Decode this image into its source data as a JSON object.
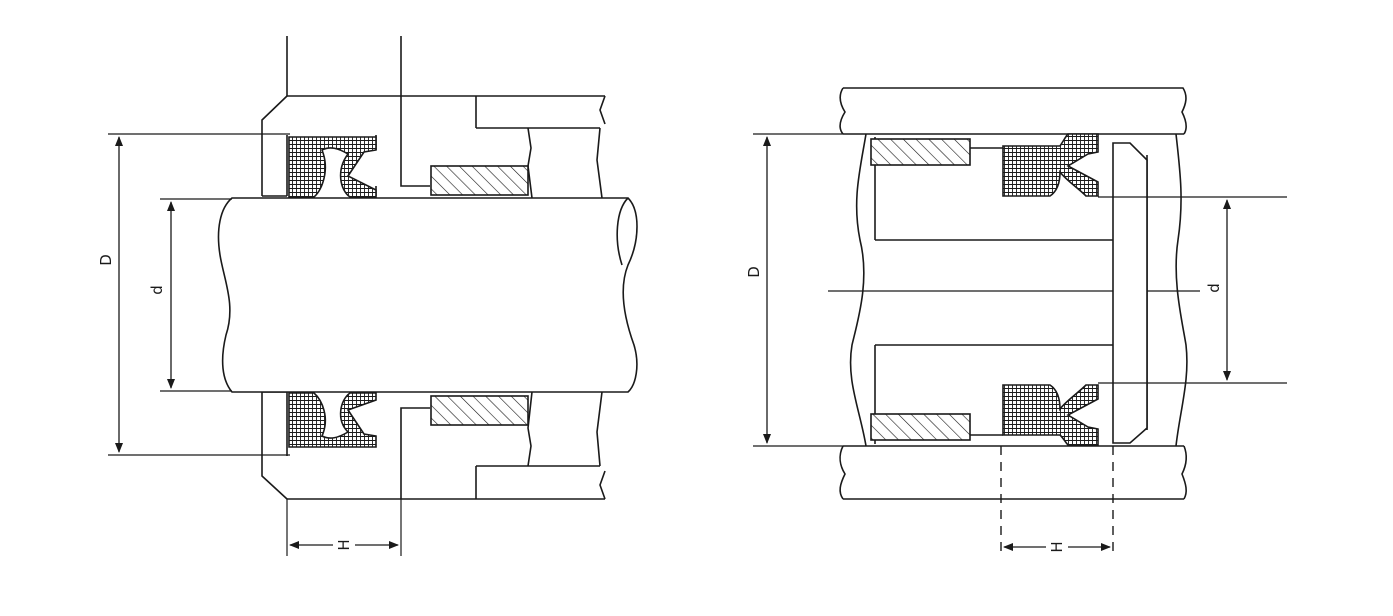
{
  "left_drawing": {
    "labels": {
      "outer_diameter": "D",
      "inner_diameter": "d",
      "height": "H"
    }
  },
  "right_drawing": {
    "labels": {
      "outer_diameter": "D",
      "inner_diameter": "d",
      "height": "H"
    }
  },
  "colors": {
    "line": "#1a1a1a",
    "background": "#ffffff"
  }
}
